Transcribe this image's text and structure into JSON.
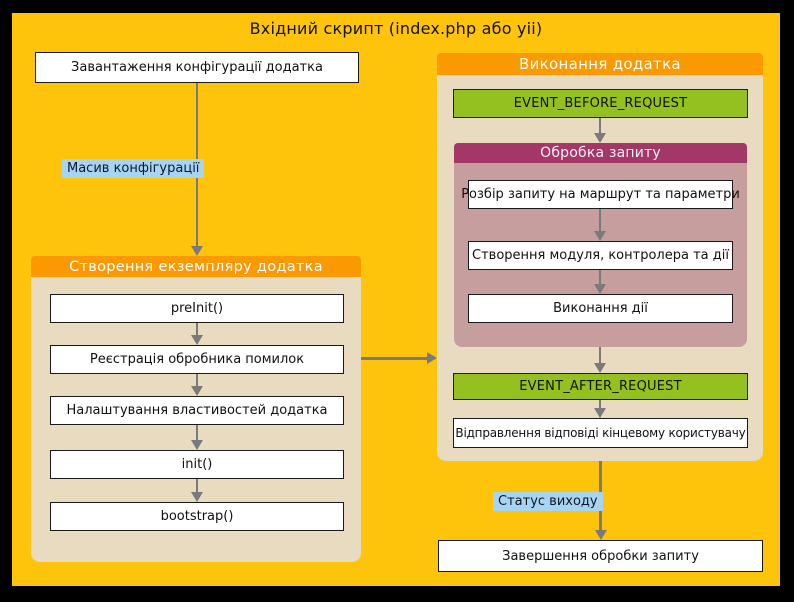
{
  "title": "Вхідний скрипт (index.php або yii)",
  "top_box": "Завантаження конфігурації додатка",
  "annotations": {
    "config_array": "Масив конфігурації",
    "exit_status": "Статус виходу"
  },
  "left_container": {
    "header": "Створення екземпляру додатка",
    "steps": [
      "preInit()",
      "Реєстрація обробника помилок",
      "Налаштування властивостей додатка",
      "init()",
      "bootstrap()"
    ]
  },
  "right_container": {
    "header": "Виконання додатка",
    "event_before": "EVENT_BEFORE_REQUEST",
    "request_handling": {
      "header": "Обробка запиту",
      "steps": [
        "Розбір запиту на маршрут та параметри",
        "Створення модуля, контролера та дії",
        "Виконання дії"
      ]
    },
    "event_after": "EVENT_AFTER_REQUEST",
    "send_response": "Відправлення відповіді кінцевому користувачу"
  },
  "bottom_box": "Завершення обробки запиту",
  "colors": {
    "background": "#FEC30B",
    "container": "#E8DBC0",
    "header": "#FB9902",
    "subcontainer": "#C69E9E",
    "subheader": "#A33768",
    "event": "#94C11F",
    "note": "#A8D4F4",
    "arrow": "#7a7a7a",
    "frame": "#000000"
  }
}
